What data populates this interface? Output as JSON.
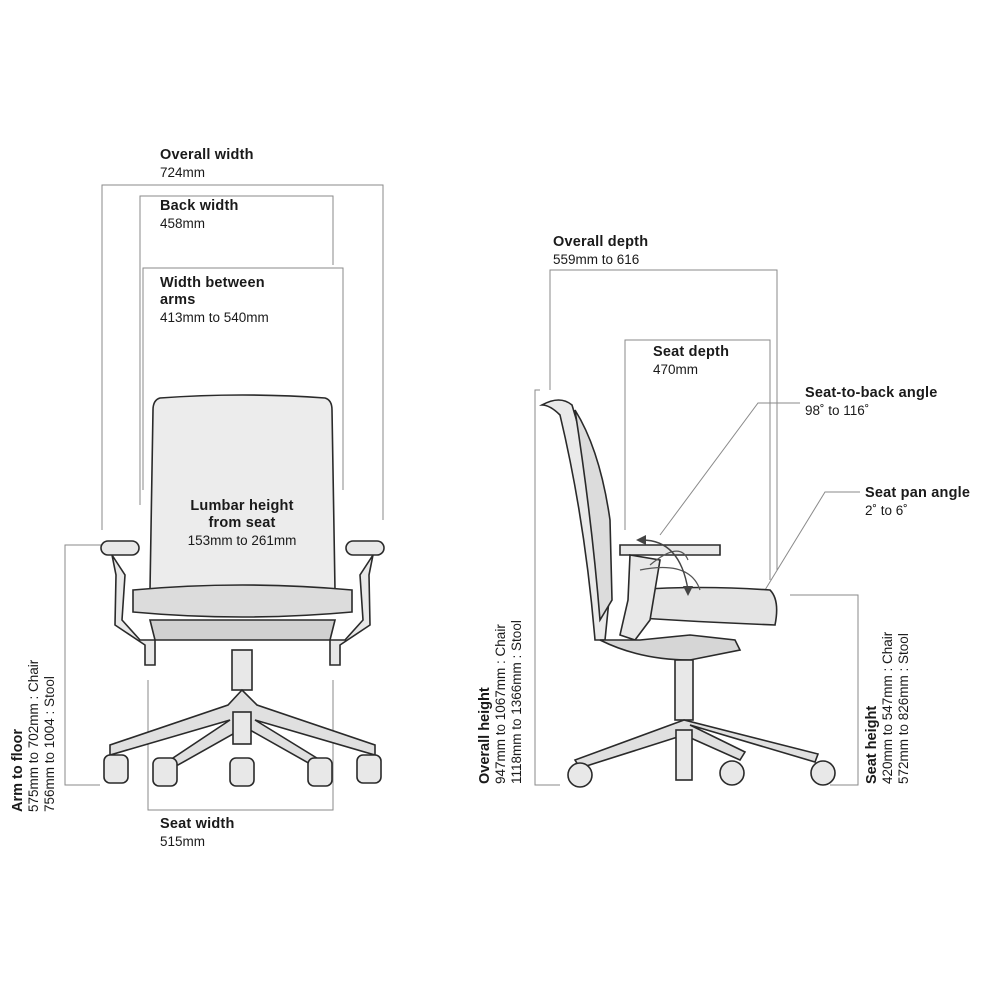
{
  "front_view": {
    "overall_width": {
      "title": "Overall width",
      "value": "724mm"
    },
    "back_width": {
      "title": "Back width",
      "value": "458mm"
    },
    "width_between_arms": {
      "title_line1": "Width between",
      "title_line2": "arms",
      "value": "413mm to 540mm"
    },
    "lumbar_height": {
      "title_line1": "Lumbar height",
      "title_line2": "from seat",
      "value": "153mm to 261mm"
    },
    "arm_to_floor": {
      "title": "Arm to floor",
      "chair": "575mm to 702mm  : Chair",
      "stool": "756mm to 1004 : Stool"
    },
    "seat_width": {
      "title": "Seat width",
      "value": "515mm"
    }
  },
  "side_view": {
    "overall_depth": {
      "title": "Overall depth",
      "value": "559mm to 616"
    },
    "seat_depth": {
      "title": "Seat depth",
      "value": "470mm"
    },
    "seat_to_back_angle": {
      "title": "Seat-to-back angle",
      "value": "98˚ to 116˚"
    },
    "seat_pan_angle": {
      "title": "Seat pan angle",
      "value": "2˚ to 6˚"
    },
    "overall_height": {
      "title": "Overall height",
      "chair": "947mm to 1067mm : Chair",
      "stool": "1118mm to 1366mm : Stool"
    },
    "seat_height": {
      "title": "Seat height",
      "chair": "420mm to 547mm : Chair",
      "stool": "572mm to 826mm : Stool"
    }
  },
  "colors": {
    "line": "#8a8a8a",
    "outline": "#2a2a2a",
    "fill": "#e6e6e6"
  }
}
